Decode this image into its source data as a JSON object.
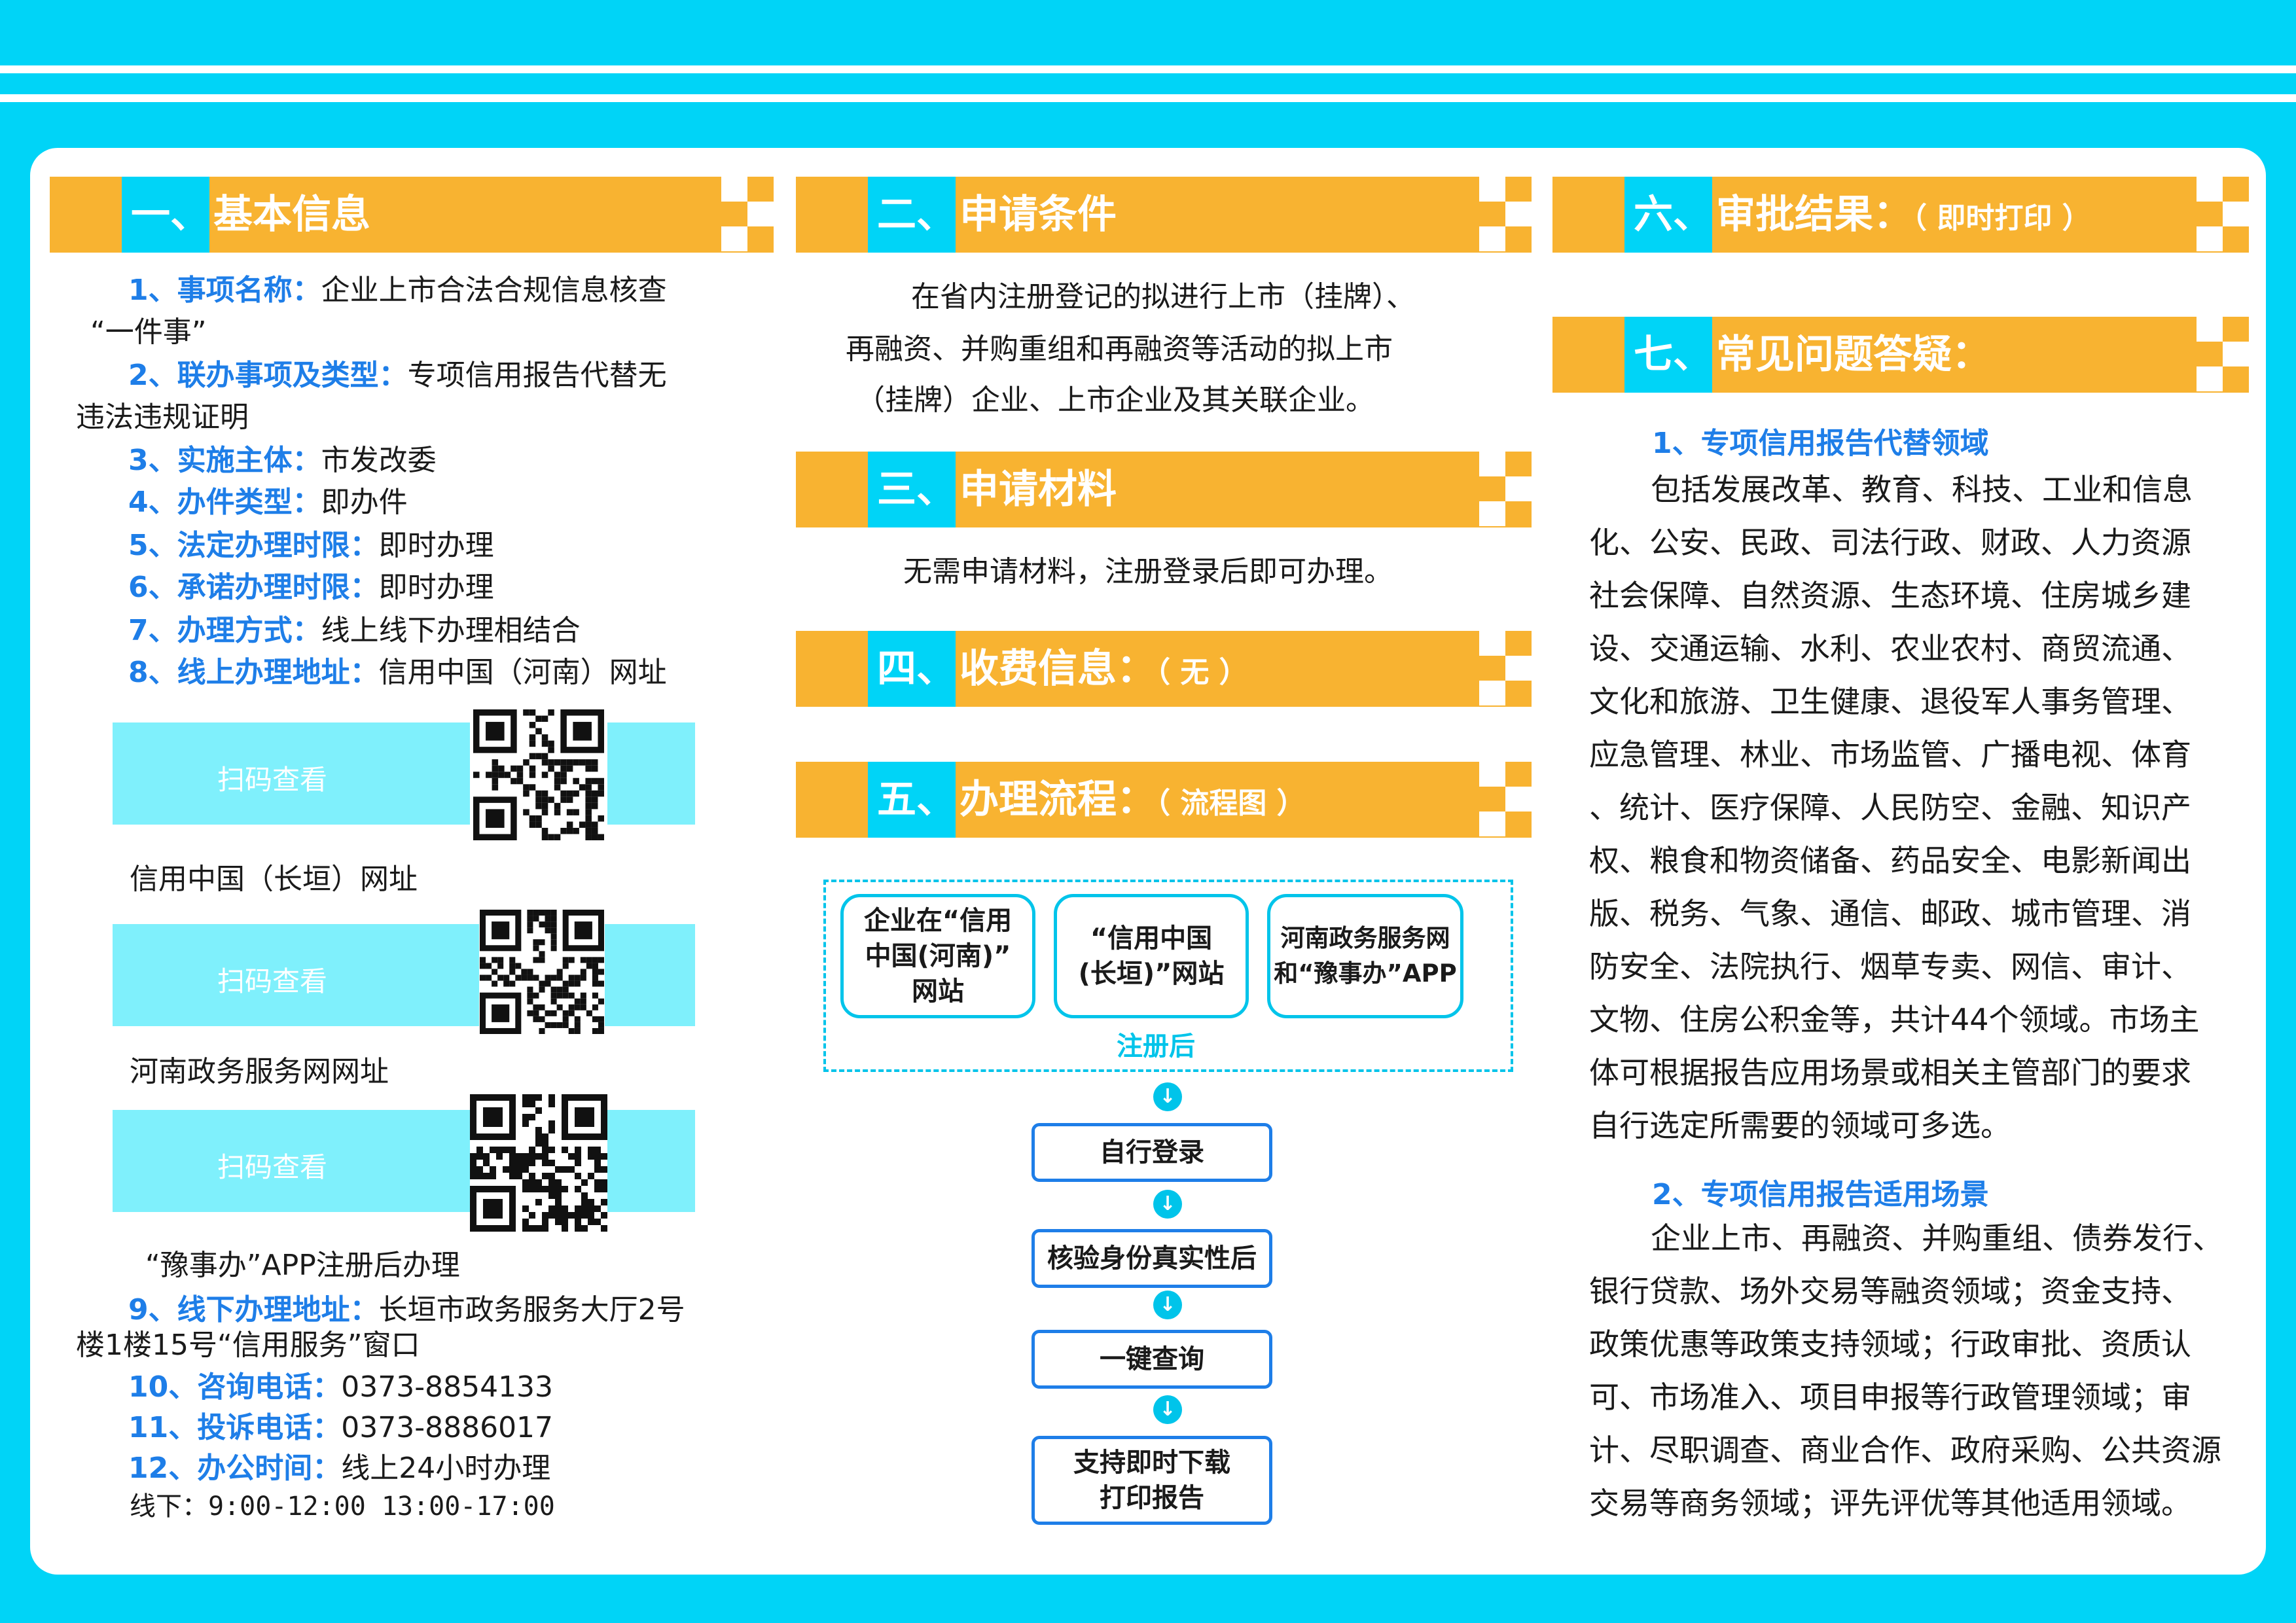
{
  "colors": {
    "cyan": "#00d4f7",
    "orange": "#f8b331",
    "blue": "#1e7ee8",
    "white": "#ffffff"
  },
  "sec1": {
    "num": "一、",
    "title": "基本信息",
    "items": [
      {
        "label": "1、事项名称：",
        "value": "企业上市合法合规信息核查",
        "cont": "“一件事”"
      },
      {
        "label": "2、联办事项及类型：",
        "value": "专项信用报告代替无",
        "cont": "违法违规证明"
      },
      {
        "label": "3、实施主体：",
        "value": "市发改委"
      },
      {
        "label": "4、办件类型：",
        "value": "即办件"
      },
      {
        "label": "5、法定办理时限：",
        "value": "即时办理"
      },
      {
        "label": "6、承诺办理时限：",
        "value": "即时办理"
      },
      {
        "label": "7、办理方式：",
        "value": "线上线下办理相结合"
      },
      {
        "label": "8、线上办理地址：",
        "value": "信用中国（河南）网址"
      }
    ],
    "scan_label": "扫码查看",
    "site2": "信用中国（长垣）网址",
    "site3": "河南政务服务网网址",
    "app_note": "“豫事办”APP注册后办理",
    "item9_label": "9、线下办理地址：",
    "item9_value": "长垣市政务服务大厅2号",
    "item9_cont": "楼1楼15号“信用服务”窗口",
    "item10_label": "10、咨询电话：",
    "item10_value": "0373-8854133",
    "item11_label": "11、投诉电话：",
    "item11_value": "0373-8886017",
    "item12_label": "12、办公时间：",
    "item12_value": "线上24小时办理",
    "item12_cont": "线下：9:00-12:00   13:00-17:00"
  },
  "sec2": {
    "num": "二、",
    "title": "申请条件",
    "lines": [
      "在省内注册登记的拟进行上市（挂牌）、",
      "再融资、并购重组和再融资等活动的拟上市",
      "（挂牌）企业、上市企业及其关联企业。"
    ]
  },
  "sec3": {
    "num": "三、",
    "title": "申请材料",
    "text": "无需申请材料，注册登录后即可办理。"
  },
  "sec4": {
    "num": "四、",
    "title": "收费信息：",
    "sub": "（ 无 ）"
  },
  "sec5": {
    "num": "五、",
    "title": "办理流程：",
    "sub": "（ 流程图 ）",
    "sites": [
      "企业在“信用中国(河南)”网站",
      "“信用中国（长垣）”网站",
      "河南政务服务网和“豫事办”APP"
    ],
    "site_lines": [
      [
        "企业在“信用",
        "中国(河南)”",
        "网站"
      ],
      [
        "“信用中国",
        "(长垣)”网站"
      ],
      [
        "河南政务服务网",
        "和“豫事办”APP"
      ]
    ],
    "note": "注册后",
    "steps": [
      [
        "自行登录"
      ],
      [
        "核验身份真实性后"
      ],
      [
        "一键查询"
      ],
      [
        "支持即时下载",
        "打印报告"
      ]
    ]
  },
  "sec6": {
    "num": "六、",
    "title": "审批结果：",
    "sub": "（ 即时打印 ）"
  },
  "sec7": {
    "num": "七、",
    "title": "常见问题答疑：",
    "q1": "1、专项信用报告代替领域",
    "a1": [
      "包括发展改革、教育、科技、工业和信息",
      "化、公安、民政、司法行政、财政、人力资源",
      "社会保障、自然资源、生态环境、住房城乡建",
      "设、交通运输、水利、农业农村、商贸流通、",
      "文化和旅游、卫生健康、退役军人事务管理、",
      "应急管理、林业、市场监管、广播电视、体育",
      "、统计、医疗保障、人民防空、金融、知识产",
      "权、粮食和物资储备、药品安全、电影新闻出",
      "版、税务、气象、通信、邮政、城市管理、消",
      "防安全、法院执行、烟草专卖、网信、审计、",
      "文物、住房公积金等，共计44个领域。市场主",
      "体可根据报告应用场景或相关主管部门的要求",
      "自行选定所需要的领域可多选。"
    ],
    "q2": "2、专项信用报告适用场景",
    "a2": [
      "企业上市、再融资、并购重组、债券发行、",
      "银行贷款、场外交易等融资领域；资金支持、",
      "政策优惠等政策支持领域；行政审批、资质认",
      "可、市场准入、项目申报等行政管理领域；审",
      "计、尽职调查、商业合作、政府采购、公共资源",
      "交易等商务领域；评先评优等其他适用领域。"
    ]
  }
}
